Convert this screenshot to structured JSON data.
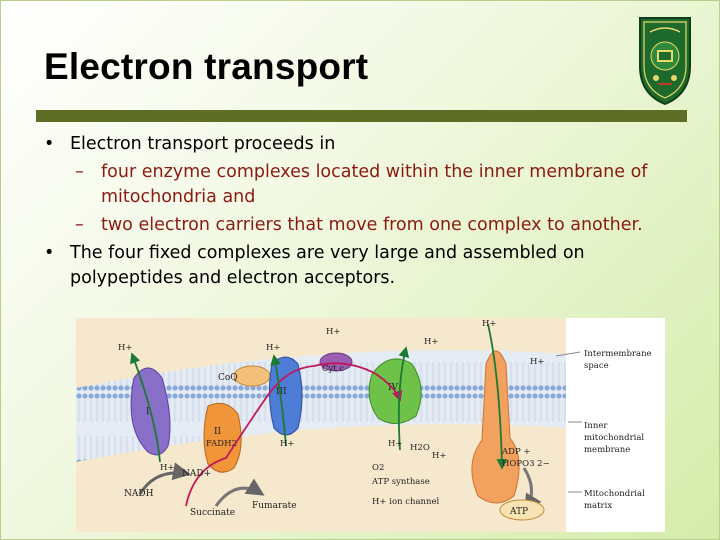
{
  "slide": {
    "title": "Electron transport",
    "bullets": [
      "Electron transport proceeds in",
      "The four fixed complexes are very large and assembled on polypeptides and electron acceptors."
    ],
    "sub_bullets": [
      "four enzyme complexes located within the inner membrane of mitochondria and",
      "two electron carriers that move from one complex to another."
    ],
    "bullet_marker": "•",
    "sub_marker": "–"
  },
  "figure": {
    "h_plus": "H+",
    "complex_I": "I",
    "complex_II": "II",
    "complex_III": "III",
    "complex_IV": "IV",
    "coq": "CoQ",
    "cytc": "Cyt c",
    "fadh2": "FADH2",
    "nad": "NAD+",
    "nadh": "NADH",
    "succinate": "Succinate",
    "fumarate": "Fumarate",
    "h2o": "H2O",
    "o2": "O2",
    "atp_synthase": "ATP synthase",
    "ion_channel": "H+ ion channel",
    "adp": "ADP +",
    "hopo": "HOPO3 2−",
    "atp": "ATP",
    "label_intermembrane_1": "Intermembrane",
    "label_intermembrane_2": "space",
    "label_inner_1": "Inner",
    "label_inner_2": "mitochondrial",
    "label_inner_3": "membrane",
    "label_matrix_1": "Mitochondrial",
    "label_matrix_2": "matrix"
  },
  "colors": {
    "title_rule": "#5e6f25",
    "sub_bullet_text": "#8b1a10",
    "complex_I": "#8a6fc9",
    "complex_II": "#f0953a",
    "complex_III": "#4d7dd6",
    "complex_IV": "#6ec24a",
    "atp_synthase": "#f2a15e",
    "membrane": "#8fb0d8"
  }
}
